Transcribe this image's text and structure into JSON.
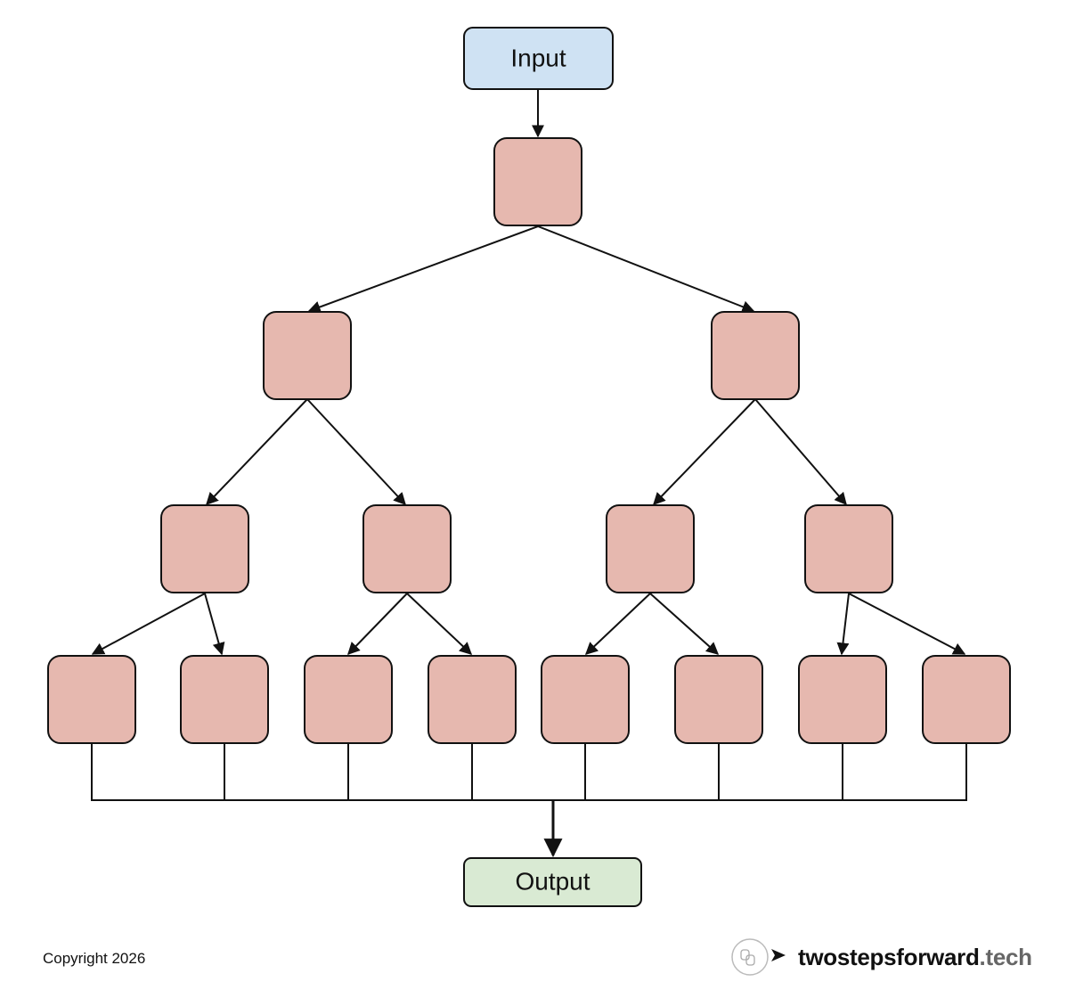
{
  "diagram": {
    "input_label": "Input",
    "output_label": "Output",
    "colors": {
      "input_fill": "#cfe2f3",
      "output_fill": "#d9ead3",
      "node_fill": "#e6b8af",
      "stroke": "#111111"
    },
    "structure": {
      "root_children": 2,
      "level2_children_each": 2,
      "level3_children_each": 2,
      "leaf_count": 8,
      "leaves_merge_into": "Output"
    }
  },
  "footer": {
    "copyright": "Copyright 2026",
    "brand_name": "twostepsforward",
    "brand_tld": ".tech",
    "brand_icon": "footsteps-arrow-icon"
  }
}
